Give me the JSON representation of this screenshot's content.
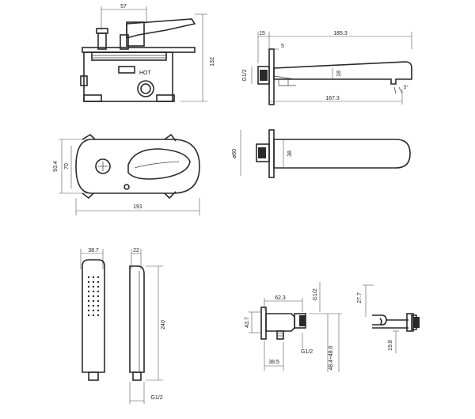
{
  "views": {
    "mixer_side": {
      "dims": {
        "width_top": "57",
        "height": "132"
      },
      "label_hot": "HOT"
    },
    "spout_side": {
      "dims": {
        "d15": "15",
        "d5": "5",
        "length": "185.3",
        "thread": "G1/2",
        "d18": "18",
        "length_base": "167.3"
      }
    },
    "mixer_front": {
      "dims": {
        "h93": "93.4",
        "h70": "70",
        "width": "191"
      }
    },
    "spout_top": {
      "dims": {
        "diameter": "ø60",
        "d38": "38"
      }
    },
    "handshower_front": {
      "dims": {
        "width": "38.7"
      }
    },
    "handshower_side": {
      "dims": {
        "depth": "22",
        "length": "240",
        "thread": "G1/2"
      }
    },
    "outlet_side": {
      "dims": {
        "d62": "62.3",
        "thread_top": "G1/2",
        "d43": "43.7",
        "thread_bottom": "G1/2",
        "d38": "38.5",
        "range": "48.4÷48.6"
      }
    },
    "holder_side": {
      "dims": {
        "d27": "27.7",
        "d19": "19.8"
      }
    }
  }
}
